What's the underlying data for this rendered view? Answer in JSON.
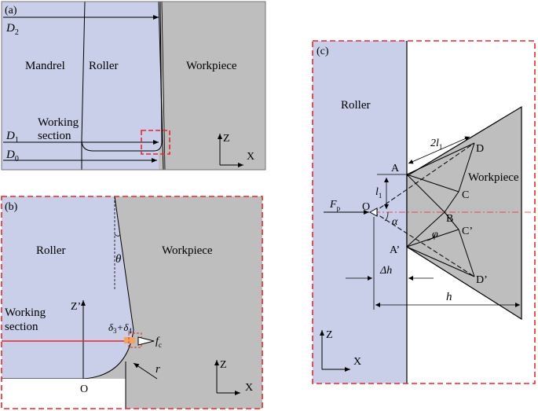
{
  "panel_a": {
    "label": "(a)",
    "d2": "D",
    "d2_sub": "2",
    "d1": "D",
    "d1_sub": "1",
    "d0": "D",
    "d0_sub": "0",
    "mandrel": "Mandrel",
    "roller": "Roller",
    "workpiece": "Workpiece",
    "working": "Working",
    "section": "section",
    "axis_z": "Z",
    "axis_x": "X"
  },
  "panel_b": {
    "label": "(b)",
    "roller": "Roller",
    "workpiece": "Workpiece",
    "theta": "θ",
    "working": "Working",
    "section": "section",
    "z_prime": "Z’",
    "delta": "δ",
    "delta_3": "3",
    "plus": "+δ",
    "delta_4": "4",
    "fc": "f",
    "fc_sub": "c",
    "r": "r",
    "origin": "O",
    "axis_z": "Z",
    "axis_x": "X"
  },
  "panel_c": {
    "label": "(c)",
    "roller": "Roller",
    "workpiece": "Workpiece",
    "two_l": "2l",
    "two_l_sub": "1",
    "l1": "l",
    "l1_sub": "1",
    "fp": "F",
    "fp_sub": "p",
    "origin": "O",
    "alpha": "α",
    "phi": "φ",
    "pt_a": "A",
    "pt_b": "B",
    "pt_c": "C",
    "pt_d": "D",
    "pt_a2": "A’",
    "pt_c2": "C’",
    "pt_d2": "D’",
    "dh": "Δh",
    "h": "h",
    "axis_z": "Z",
    "axis_x": "X"
  },
  "colors": {
    "roller": "#c9cfe8",
    "workpiece": "#bebebe",
    "dash_red": "#e8262a",
    "highlight": "#f4a261"
  }
}
